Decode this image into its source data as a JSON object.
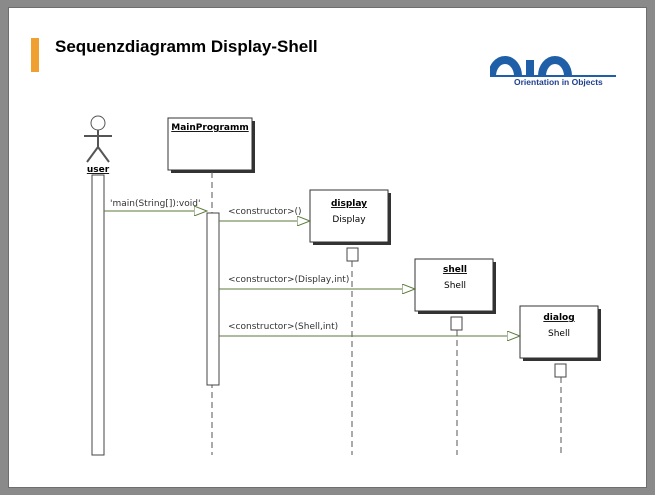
{
  "slide": {
    "title": "Sequenzdiagramm Display-Shell",
    "logo_tagline": "Orientation in Objects"
  },
  "actor": {
    "name": "user"
  },
  "objects": [
    {
      "id": "main",
      "name": "MainProgramm",
      "type": ""
    },
    {
      "id": "display",
      "name": "display",
      "type": "Display"
    },
    {
      "id": "shell",
      "name": "shell",
      "type": "Shell"
    },
    {
      "id": "dialog",
      "name": "dialog",
      "type": "Shell"
    }
  ],
  "messages": [
    {
      "label": "'main(String[]):void'",
      "from": "user",
      "to": "main"
    },
    {
      "label": "<constructor>()",
      "from": "main",
      "to": "display"
    },
    {
      "label": "<constructor>(Display,int)",
      "from": "main",
      "to": "shell"
    },
    {
      "label": "<constructor>(Shell,int)",
      "from": "main",
      "to": "dialog"
    }
  ],
  "colors": {
    "accent": "#f0a030",
    "logo": "#1f5fa8",
    "message_line": "#5a7a3a"
  }
}
